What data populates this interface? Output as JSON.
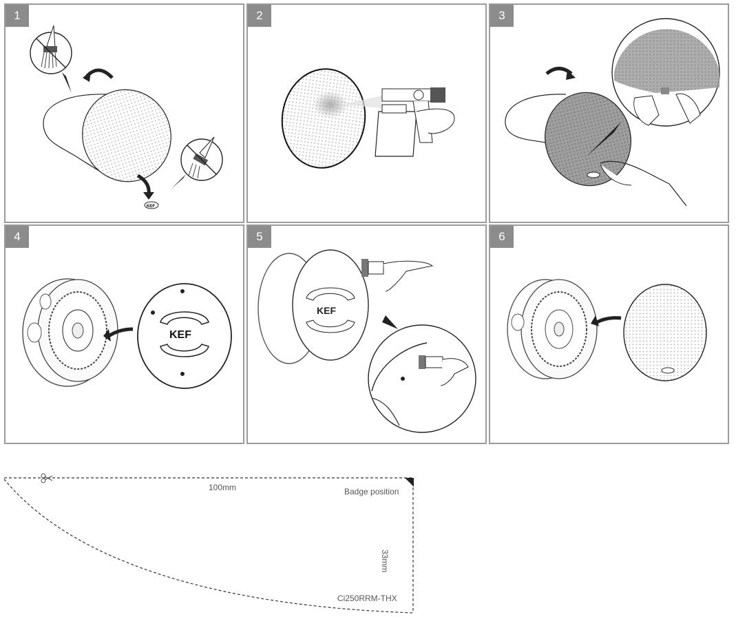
{
  "steps": [
    {
      "number": "1"
    },
    {
      "number": "2"
    },
    {
      "number": "3"
    },
    {
      "number": "4"
    },
    {
      "number": "5"
    },
    {
      "number": "6"
    }
  ],
  "brand": {
    "logo_text": "KEF"
  },
  "template": {
    "width_label": "100mm",
    "height_label": "33mm",
    "badge_label": "Badge position",
    "model": "Ci250RRM-THX"
  },
  "colors": {
    "border": "#9a9a9a",
    "badge": "#8c8c8c",
    "line": "#222222"
  }
}
